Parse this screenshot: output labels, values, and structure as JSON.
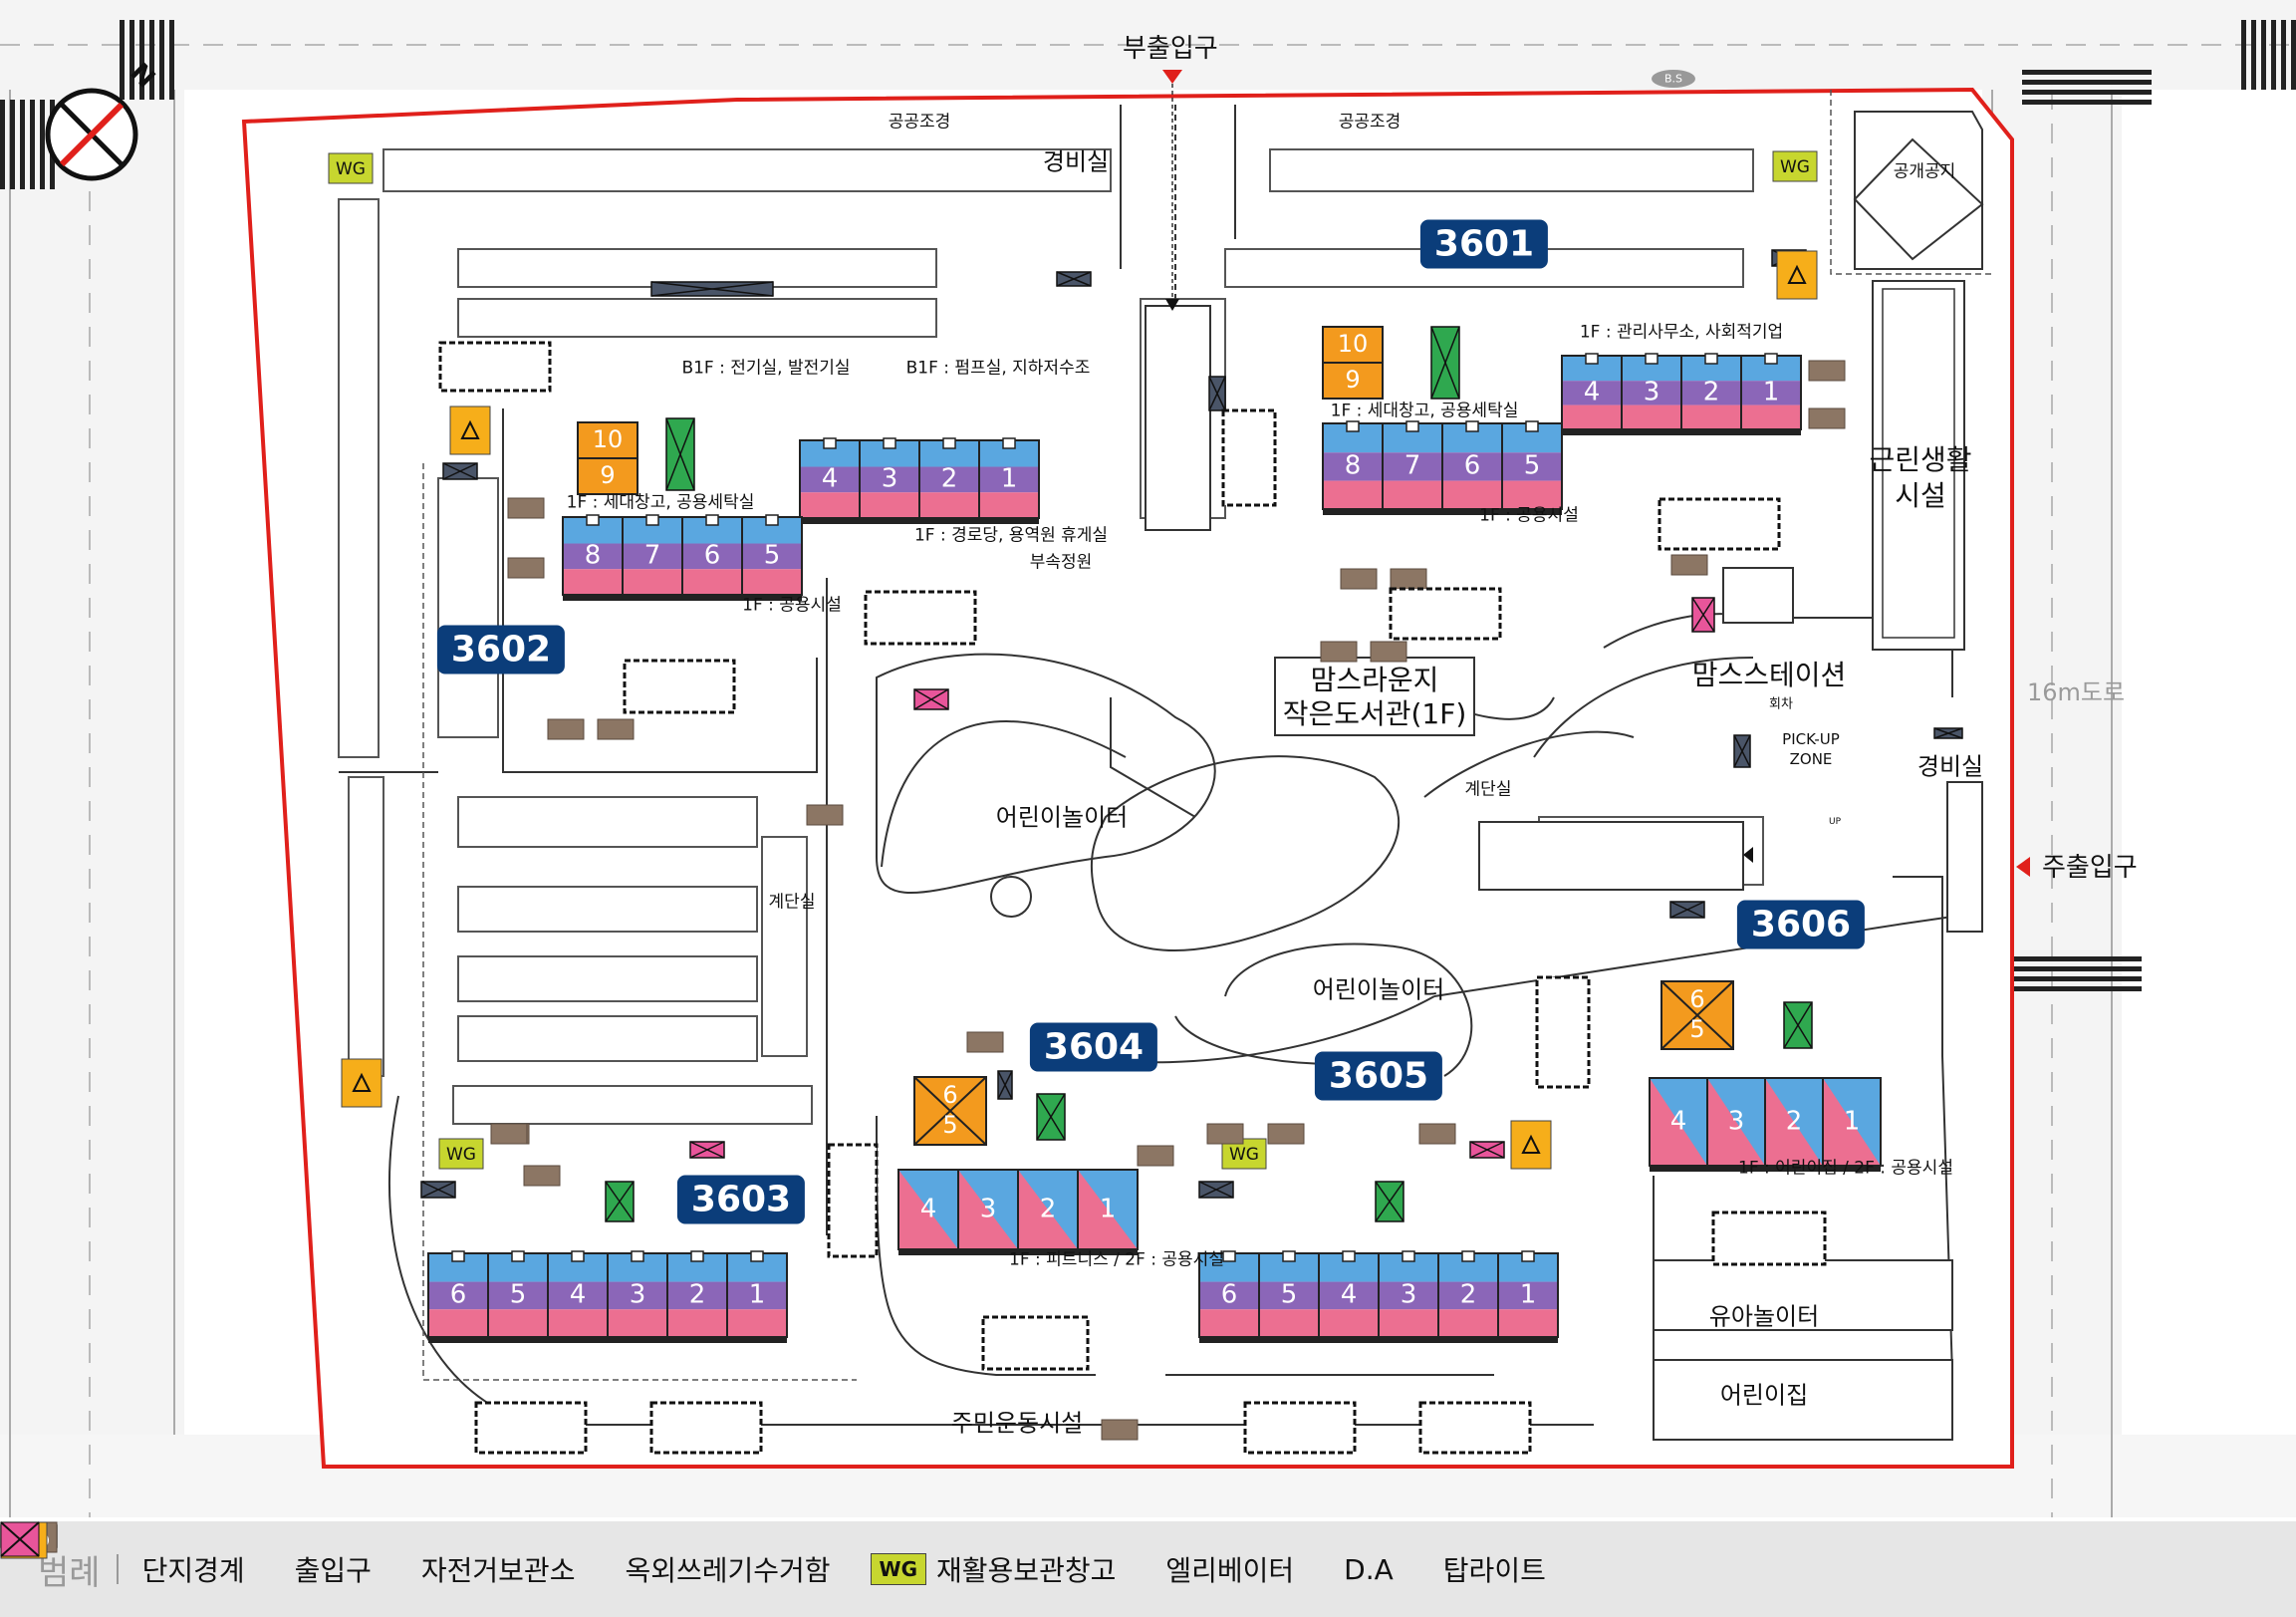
{
  "map": {
    "entrances": {
      "secondary": "부출입구",
      "main": "주출입구"
    },
    "road_label": "16m도로",
    "bus_stop": "B.S",
    "compass": "N",
    "buildings": [
      {
        "id": "3601"
      },
      {
        "id": "3602"
      },
      {
        "id": "3603"
      },
      {
        "id": "3604"
      },
      {
        "id": "3605"
      },
      {
        "id": "3606"
      }
    ],
    "zones": {
      "public_landscape_1": "공공조경",
      "public_landscape_2": "공공조경",
      "guard_1": "경비실",
      "guard_2": "경비실",
      "open_space": "공개공지",
      "neighborhood_facility": "근린생활\n시설",
      "b1_elec": "B1F : 전기실, 발전기실",
      "b1_pump": "B1F : 펌프실, 지하저수조",
      "f1_3602_storage": "1F : 세대창고, 공용세탁실",
      "f1_3602_common": "1F : 공용시설",
      "f1_3602_senior": "1F : 경로당, 용역원 휴게실",
      "annex_garden": "부속정원",
      "f1_3601_office": "1F : 관리사무소, 사회적기업",
      "f1_3601_storage": "1F : 세대창고, 공용세탁실",
      "f1_3601_common": "1F : 공용시설",
      "moms_lounge": "맘스라운지\n작은도서관(1F)",
      "moms_station": "맘스스테이션",
      "turnaround": "회차",
      "pickup": "PICK-UP\nZONE",
      "up": "UP",
      "stairs_1": "계단실",
      "stairs_2": "계단실",
      "playground_1": "어린이놀이터",
      "playground_2": "어린이놀이터",
      "f1_3604_fitness": "1F : 피트니스 / 2F : 공용시설",
      "f1_3606_daycare": "1F : 어린이집 / 2F : 공용시설",
      "toddler_play": "유아놀이터",
      "daycare": "어린이집",
      "community_sports": "주민운동시설",
      "wg": "WG"
    },
    "units": {
      "b3602_upper": [
        "10",
        "9"
      ],
      "b3602_rowA": [
        "4",
        "3",
        "2",
        "1"
      ],
      "b3602_rowB": [
        "8",
        "7",
        "6",
        "5"
      ],
      "b3601_upper": [
        "10",
        "9"
      ],
      "b3601_rowA": [
        "4",
        "3",
        "2",
        "1"
      ],
      "b3601_rowB": [
        "8",
        "7",
        "6",
        "5"
      ],
      "b3603_row": [
        "6",
        "5",
        "4",
        "3",
        "2",
        "1"
      ],
      "b3604_upper": [
        "6",
        "5"
      ],
      "b3604_row": [
        "4",
        "3",
        "2",
        "1"
      ],
      "b3605_row": [
        "6",
        "5",
        "4",
        "3",
        "2",
        "1"
      ],
      "b3606_upper": [
        "6",
        "5"
      ],
      "b3606_row": [
        "4",
        "3",
        "2",
        "1"
      ]
    }
  },
  "legend": {
    "title": "범례",
    "items": [
      {
        "key": "boundary",
        "label": "단지경계"
      },
      {
        "key": "entrance",
        "label": "출입구"
      },
      {
        "key": "bike",
        "label": "자전거보관소"
      },
      {
        "key": "waste",
        "label": "옥외쓰레기수거함"
      },
      {
        "key": "wg",
        "label": "재활용보관창고",
        "badge": "WG"
      },
      {
        "key": "elevator",
        "label": "엘리베이터"
      },
      {
        "key": "da",
        "label": "D.A"
      },
      {
        "key": "toplight",
        "label": "탑라이트"
      }
    ]
  },
  "colors": {
    "boundary": "#e0201b",
    "building_blue": "#5aa7e0",
    "building_purple": "#8b66b8",
    "building_pink": "#ec6f91",
    "upper_orange": "#f39a1e",
    "elevator_green": "#2fa84f",
    "toplight_pink": "#e8559a",
    "bike_brown": "#8c7664",
    "waste_yellow": "#f6ae1a",
    "wg_green": "#c7d62f",
    "da_gray": "#4a5568",
    "id_navy": "#0b3d7a"
  }
}
